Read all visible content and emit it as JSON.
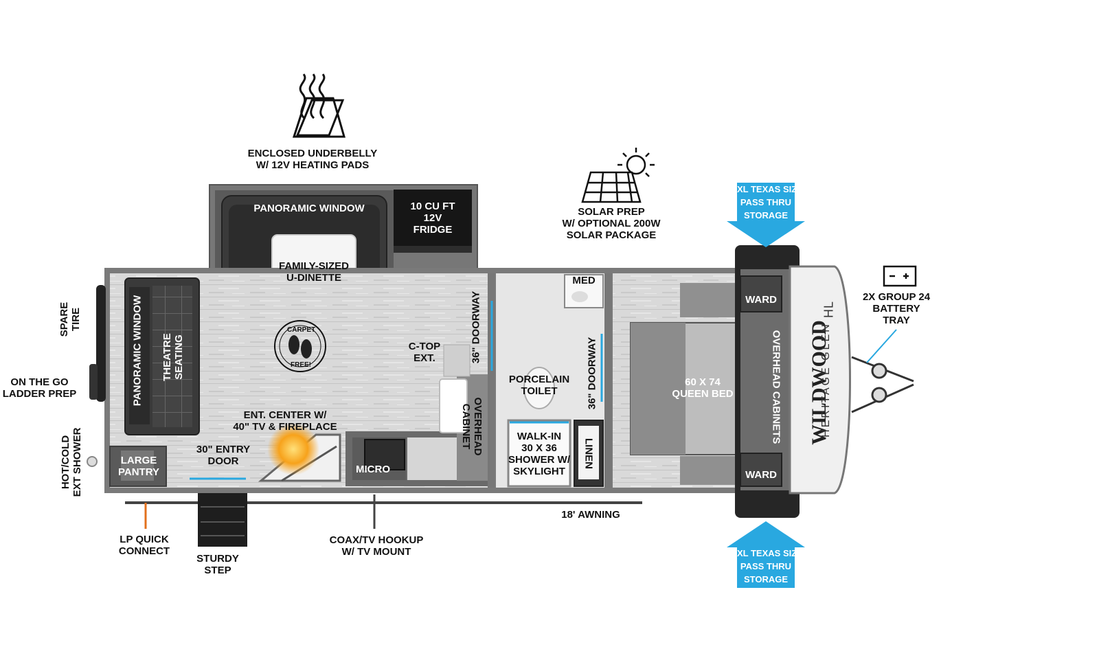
{
  "brand": {
    "name": "WILDWOOD",
    "sub": "HERITAGE GLEN",
    "model_mark": "HL"
  },
  "labels": {
    "enclosed_underbelly": [
      "ENCLOSED UNDERBELLY",
      "W/ 12V HEATING PADS"
    ],
    "solar_prep": [
      "SOLAR PREP",
      "W/ OPTIONAL 200W",
      "SOLAR PACKAGE"
    ],
    "xl_storage_top": [
      "XL TEXAS SIZE",
      "PASS THRU",
      "STORAGE"
    ],
    "xl_storage_bottom": [
      "XL TEXAS SIZE",
      "PASS THRU",
      "STORAGE"
    ],
    "battery_tray": [
      "2X GROUP 24",
      "BATTERY",
      "TRAY"
    ],
    "panoramic_window_top": "PANORAMIC WINDOW",
    "fridge": [
      "10 CU FT",
      "12V",
      "FRIDGE"
    ],
    "dinette": [
      "FAMILY-SIZED",
      "U-DINETTE"
    ],
    "spare_tire": [
      "SPARE",
      "TIRE"
    ],
    "ladder_prep": [
      "ON THE GO",
      "LADDER PREP"
    ],
    "ext_shower": [
      "HOT/COLD",
      "EXT SHOWER"
    ],
    "panoramic_window_rear": "PANORAMIC WINDOW",
    "theatre_seating": [
      "THEATRE",
      "SEATING"
    ],
    "carpet_free": [
      "CARPET",
      "FREE!"
    ],
    "ctop_ext": [
      "C-TOP",
      "EXT."
    ],
    "doorway_1": "36\" DOORWAY",
    "doorway_2": "36\" DOORWAY",
    "med": "MED",
    "porcelain_toilet": [
      "PORCELAIN",
      "TOILET"
    ],
    "overhead_cabinet": [
      "OVERHEAD",
      "CABINET"
    ],
    "ent_center": [
      "ENT. CENTER W/",
      "40\" TV & FIREPLACE"
    ],
    "large_pantry": [
      "LARGE",
      "PANTRY"
    ],
    "entry_door": [
      "30\" ENTRY",
      "DOOR"
    ],
    "micro": "MICRO",
    "shower": [
      "WALK-IN",
      "30 X 36",
      "SHOWER W/",
      "SKYLIGHT"
    ],
    "linen": "LINEN",
    "ward_top": "WARD",
    "ward_bottom": "WARD",
    "queen_bed": [
      "60 X 74",
      "QUEEN BED"
    ],
    "overhead_cabinets": "OVERHEAD CABINETS",
    "awning": "18' AWNING",
    "lp_quick_connect": [
      "LP QUICK",
      "CONNECT"
    ],
    "sturdy_step": [
      "STURDY",
      "STEP"
    ],
    "coax": [
      "COAX/TV HOOKUP",
      "W/ TV MOUNT"
    ]
  },
  "colors": {
    "wall": "#6f6f6f",
    "floor": "#d6d6d6",
    "dark_furniture": "#3b3b3b",
    "accent_blue": "#29a8e0",
    "fire": "#f5a623"
  }
}
